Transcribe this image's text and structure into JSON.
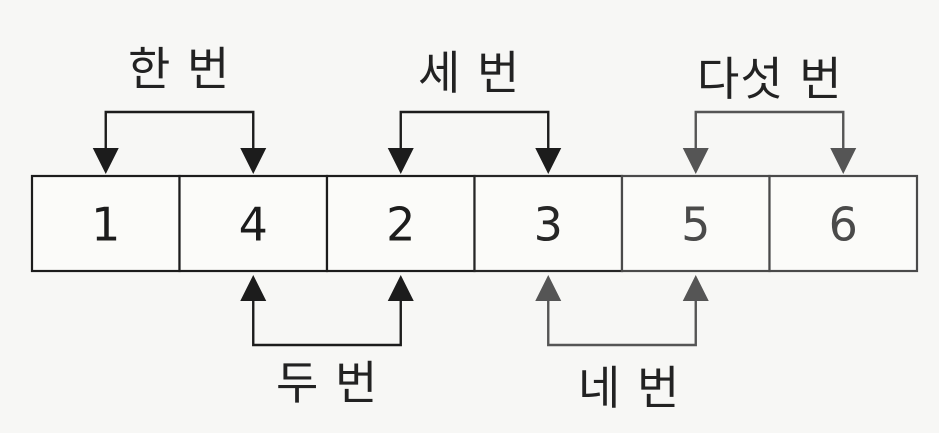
{
  "array": {
    "values": [
      "1",
      "4",
      "2",
      "3",
      "5",
      "6"
    ]
  },
  "passes": [
    {
      "label": "한 번",
      "from": 0,
      "to": 1,
      "side": "top"
    },
    {
      "label": "두 번",
      "from": 1,
      "to": 2,
      "side": "bottom"
    },
    {
      "label": "세 번",
      "from": 2,
      "to": 3,
      "side": "top"
    },
    {
      "label": "네 번",
      "from": 3,
      "to": 4,
      "side": "bottom"
    },
    {
      "label": "다섯 번",
      "from": 4,
      "to": 5,
      "side": "top"
    }
  ]
}
